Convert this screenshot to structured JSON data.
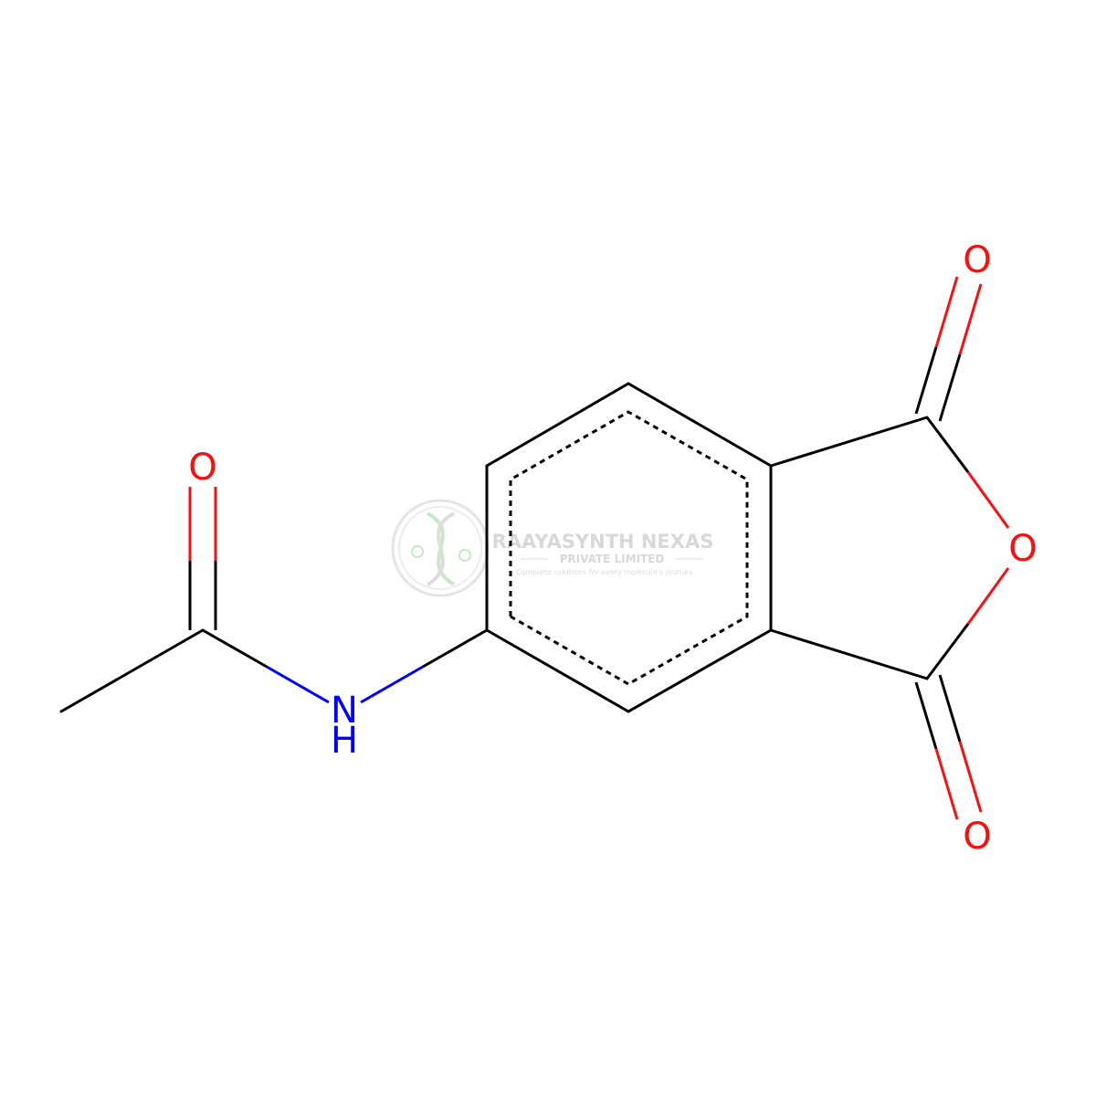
{
  "colors": {
    "carbon_bond": "#000000",
    "oxygen": "#ff0d0d",
    "nitrogen": "#0000ff",
    "watermark": "#d8d8d8",
    "watermark_green": "#b8e0b8"
  },
  "atoms": {
    "o_amide": "O",
    "n_amide": "N",
    "h_amide": "H",
    "o_carbonyl_top": "O",
    "o_ring": "O",
    "o_carbonyl_bottom": "O"
  },
  "watermark": {
    "company": "RAAYASYNTH NEXAS",
    "subtitle": "PRIVATE LIMITED",
    "tagline": "Complete solutions for every molecule's journey",
    "logo_icon": "dna-helix-icon"
  }
}
